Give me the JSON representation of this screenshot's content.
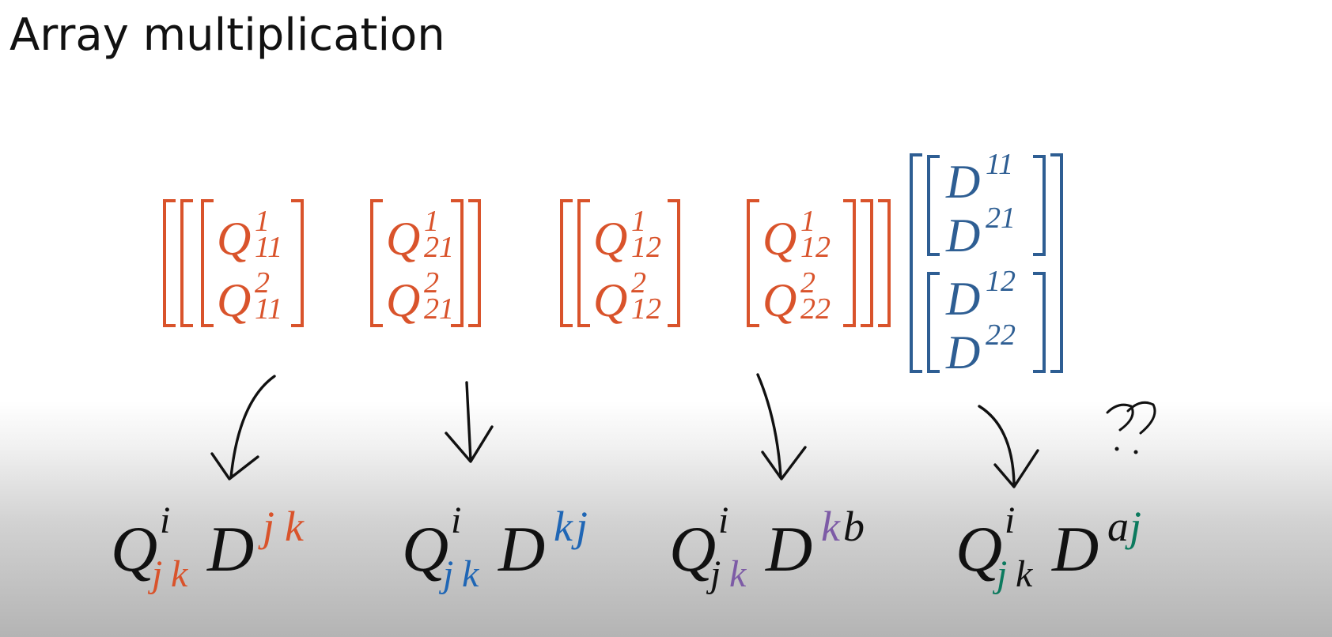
{
  "title": "Array multiplication",
  "colors": {
    "orange": "#D9532B",
    "blue": "#2E5E93",
    "brightBlue": "#1F66B5",
    "purple": "#7D5BA6",
    "green": "#0C7A5E",
    "ink": "#111111"
  },
  "q_matrices": [
    {
      "upper": {
        "base": "Q",
        "sup": "1",
        "sub": "11"
      },
      "lower": {
        "base": "Q",
        "sup": "2",
        "sub": "11"
      }
    },
    {
      "upper": {
        "base": "Q",
        "sup": "1",
        "sub": "21"
      },
      "lower": {
        "base": "Q",
        "sup": "2",
        "sub": "21"
      }
    },
    {
      "upper": {
        "base": "Q",
        "sup": "1",
        "sub": "12"
      },
      "lower": {
        "base": "Q",
        "sup": "2",
        "sub": "12"
      }
    },
    {
      "upper": {
        "base": "Q",
        "sup": "1",
        "sub": "12"
      },
      "lower": {
        "base": "Q",
        "sup": "2",
        "sub": "22"
      }
    }
  ],
  "d_matrices": [
    {
      "upper": {
        "base": "D",
        "sup": "11"
      },
      "lower": {
        "base": "D",
        "sup": "21"
      }
    },
    {
      "upper": {
        "base": "D",
        "sup": "12"
      },
      "lower": {
        "base": "D",
        "sup": "22"
      }
    }
  ],
  "expressions": [
    {
      "q": "Q",
      "q_sup": "i",
      "q_sub": [
        "j",
        "k"
      ],
      "q_sub_colors": [
        "orange",
        "orange"
      ],
      "d": "D",
      "d_sup": [
        "j",
        "k"
      ],
      "d_sup_colors": [
        "orange",
        "orange"
      ]
    },
    {
      "q": "Q",
      "q_sup": "i",
      "q_sub": [
        "j",
        "k"
      ],
      "q_sub_colors": [
        "brightBlue",
        "brightBlue"
      ],
      "d": "D",
      "d_sup": [
        "k",
        "j"
      ],
      "d_sup_colors": [
        "brightBlue",
        "brightBlue"
      ]
    },
    {
      "q": "Q",
      "q_sup": "i",
      "q_sub": [
        "j",
        "k"
      ],
      "q_sub_colors": [
        "ink",
        "purple"
      ],
      "d": "D",
      "d_sup": [
        "k",
        "b"
      ],
      "d_sup_colors": [
        "purple",
        "ink"
      ]
    },
    {
      "q": "Q",
      "q_sup": "i",
      "q_sub": [
        "j",
        "k"
      ],
      "q_sub_colors": [
        "green",
        "ink"
      ],
      "d": "D",
      "d_sup": [
        "a",
        "j"
      ],
      "d_sup_colors": [
        "ink",
        "green"
      ]
    }
  ],
  "annotation": "??"
}
